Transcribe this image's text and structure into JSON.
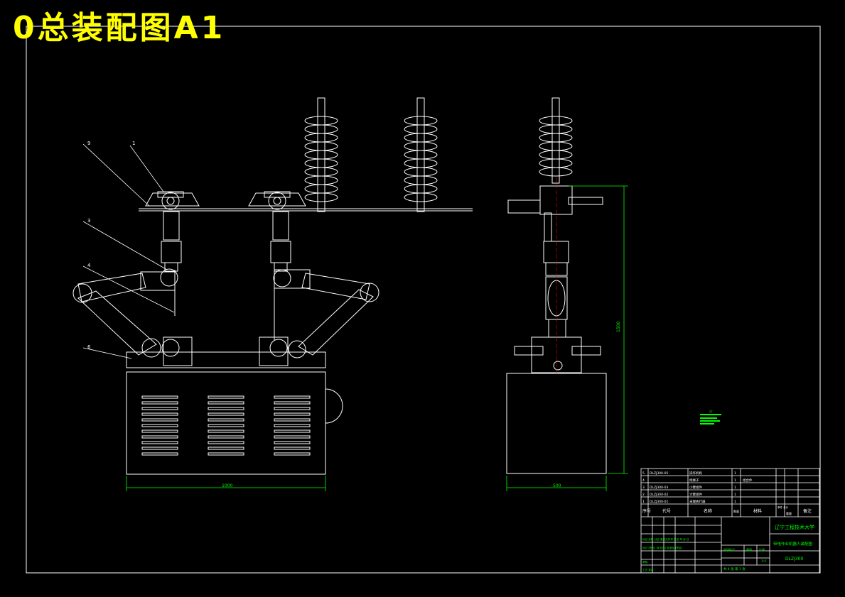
{
  "sheet": {
    "title": "0总装配图A1"
  },
  "balloons": [
    "9",
    "1",
    "3",
    "4",
    "6"
  ],
  "dimensions": {
    "front_width": "1000",
    "side_width": "500",
    "side_height": "1500"
  },
  "parts_list": {
    "rows": [
      {
        "no": "5",
        "code": "DLZJ300-05",
        "name": "操作机构",
        "qty": "1",
        "material": "",
        "weight": "",
        "note": ""
      },
      {
        "no": "4",
        "code": "",
        "name": "绝缘子",
        "qty": "1",
        "material": "组合件",
        "weight": "",
        "note": ""
      },
      {
        "no": "3",
        "code": "DLZJ300-03",
        "name": "小臂组件",
        "qty": "1",
        "material": "",
        "weight": "",
        "note": ""
      },
      {
        "no": "2",
        "code": "DLZJ300-02",
        "name": "大臂组件",
        "qty": "1",
        "material": "",
        "weight": "",
        "note": ""
      },
      {
        "no": "1",
        "code": "DLZJ300-01",
        "name": "末端执行器",
        "qty": "1",
        "material": "",
        "weight": "",
        "note": ""
      }
    ],
    "headers": {
      "no": "序号",
      "code": "代号",
      "name": "名称",
      "qty": "数量",
      "material": "材料",
      "weight_top": "单件 总计",
      "weight_bottom": "重量",
      "note": "备注"
    }
  },
  "title_block": {
    "school": "辽宁工程技术大学",
    "drawing_name": "带电作业机器人装配图",
    "drawing_no": "DLZJ300",
    "scale": "1:5",
    "stage_label": "阶段标记",
    "weight_label": "重量",
    "scale_label": "比例",
    "sheet_info": "共 4 张  第 1 张",
    "rows": [
      "标记 处数 分区 更改文件号 签名 年.月.日",
      "设计 (签名) (年月日) 标准化 (签名)",
      "审核",
      "工艺 批准"
    ]
  },
  "note_text": "注：",
  "colors": {
    "background": "#000000",
    "lines": "#ffffff",
    "dimension": "#00ff00",
    "title": "#ffff00",
    "centerline": "#ff0000"
  }
}
